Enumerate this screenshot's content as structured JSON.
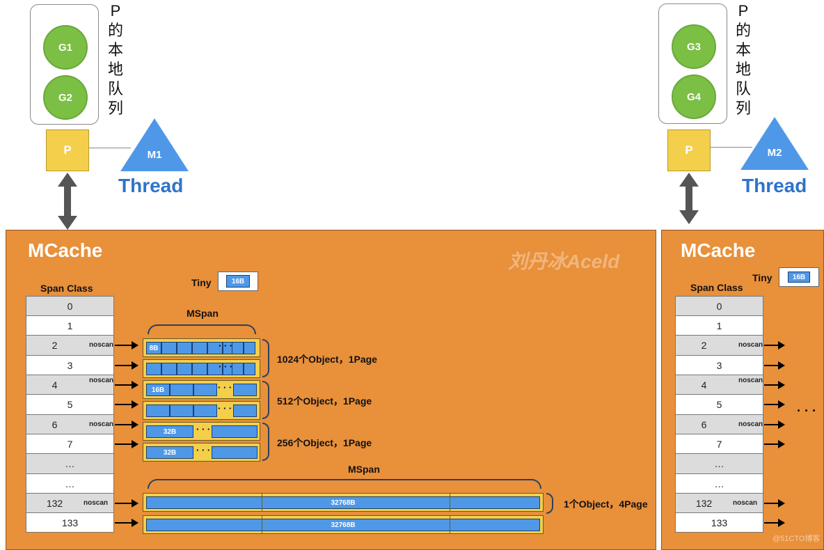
{
  "top_left": {
    "goroutines": [
      "G1",
      "G2"
    ],
    "queue_label": "P的本地队列",
    "p_label": "P",
    "m_label": "M1",
    "thread_label": "Thread"
  },
  "top_right": {
    "goroutines": [
      "G3",
      "G4"
    ],
    "queue_label": "P的本地队列",
    "p_label": "P",
    "m_label": "M2",
    "thread_label": "Thread"
  },
  "mcache_left": {
    "title": "MCache",
    "span_class_label": "Span Class",
    "tiny_label": "Tiny",
    "tiny_block": "16B",
    "mspan_label_top": "MSpan",
    "mspan_label_bottom": "MSpan",
    "watermark": "刘丹冰Aceld"
  },
  "mcache_right": {
    "title": "MCache",
    "span_class_label": "Span Class",
    "tiny_label": "Tiny",
    "tiny_block": "16B",
    "more": "· · ·",
    "watermark": "@51CTO博客"
  },
  "span_classes": [
    {
      "label": "0",
      "noscan": ""
    },
    {
      "label": "1",
      "noscan": ""
    },
    {
      "label": "2",
      "noscan": "noscan"
    },
    {
      "label": "3",
      "noscan": ""
    },
    {
      "label": "4",
      "noscan": "noscan"
    },
    {
      "label": "5",
      "noscan": ""
    },
    {
      "label": "6",
      "noscan": "noscan"
    },
    {
      "label": "7",
      "noscan": ""
    },
    {
      "label": "…",
      "noscan": ""
    },
    {
      "label": "…",
      "noscan": ""
    },
    {
      "label": "132",
      "noscan": "noscan"
    },
    {
      "label": "133",
      "noscan": ""
    }
  ],
  "object_labels": [
    "1024个Object，1Page",
    "512个Object，1Page",
    "256个Object，1Page",
    "1个Object，4Page"
  ],
  "block_labels": {
    "b8": "8B",
    "b16": "16B",
    "b32": "32B",
    "b32k": "32768B"
  },
  "colors": {
    "orange": "#e8903a",
    "yellow": "#f3cf4c",
    "blue": "#4f98e8",
    "green": "#7bbf45",
    "thread": "#2f73c8"
  }
}
